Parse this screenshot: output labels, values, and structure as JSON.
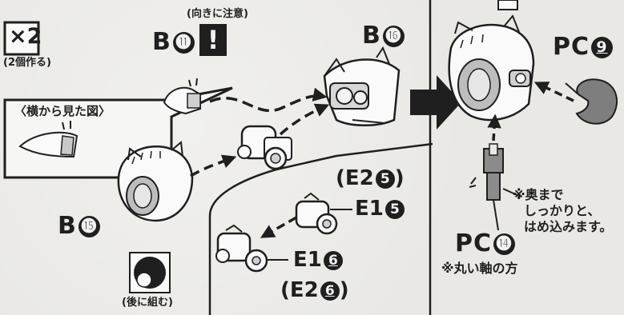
{
  "qty": {
    "symbol": "×2",
    "label": "(2個作る)"
  },
  "caution": {
    "label": "(向きに注意)",
    "mark": "!"
  },
  "side_view": {
    "label": "〈横から見た図〉"
  },
  "parts": {
    "b11": {
      "letter": "B",
      "num": "⓫"
    },
    "b16": {
      "letter": "B",
      "num": "⓰"
    },
    "b15": {
      "letter": "B",
      "num": "⓯"
    },
    "pc9": {
      "letter": "PC",
      "num": "9"
    },
    "pc14": {
      "letter": "PC",
      "num": "⓮"
    },
    "e2_5": {
      "open": "(E2",
      "num": "5",
      "close": ")"
    },
    "e1_5": {
      "letter": "E1",
      "num": "5"
    },
    "e1_6": {
      "letter": "E1",
      "num": "6"
    },
    "e2_6": {
      "open": "(E2",
      "num": "6",
      "close": ")"
    }
  },
  "notes": {
    "insert": [
      "※奥まで",
      "しっかりと、",
      "はめ込みます。"
    ],
    "round_shaft": "※丸い軸の方",
    "assemble_later": "(後に組む)"
  },
  "colors": {
    "ink": "#1f1f1f",
    "paper": "#e9e8e4",
    "part_gray": "#8b8b8b"
  }
}
